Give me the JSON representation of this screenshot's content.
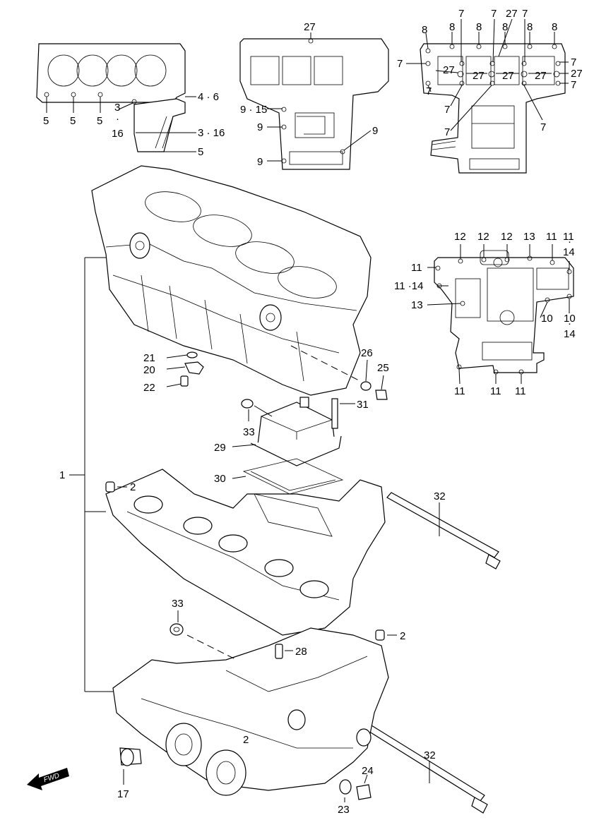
{
  "labels": [
    {
      "text": "27"
    },
    {
      "text": "7"
    },
    {
      "text": "7"
    },
    {
      "text": "27"
    },
    {
      "text": "7"
    },
    {
      "text": "8"
    },
    {
      "text": "8"
    },
    {
      "text": "8"
    },
    {
      "text": "8"
    },
    {
      "text": "8"
    },
    {
      "text": "8"
    },
    {
      "text": "7"
    },
    {
      "text": "27"
    },
    {
      "text": "27"
    },
    {
      "text": "27"
    },
    {
      "text": "27"
    },
    {
      "text": "7"
    },
    {
      "text": "27"
    },
    {
      "text": "7"
    },
    {
      "text": "7"
    },
    {
      "text": "7"
    },
    {
      "text": "7"
    },
    {
      "text": "7"
    },
    {
      "text": "5"
    },
    {
      "text": "5"
    },
    {
      "text": "5"
    },
    {
      "text": "3"
    },
    {
      "text": "·"
    },
    {
      "text": "16"
    },
    {
      "text": "4 · 6"
    },
    {
      "text": "3 · 16"
    },
    {
      "text": "5"
    },
    {
      "text": "9 · 15"
    },
    {
      "text": "9"
    },
    {
      "text": "9"
    },
    {
      "text": "9"
    },
    {
      "text": "12"
    },
    {
      "text": "12"
    },
    {
      "text": "12"
    },
    {
      "text": "13"
    },
    {
      "text": "11"
    },
    {
      "text": "11"
    },
    {
      "text": "·"
    },
    {
      "text": "14"
    },
    {
      "text": "11"
    },
    {
      "text": "11 ·14"
    },
    {
      "text": "13"
    },
    {
      "text": "10"
    },
    {
      "text": "10"
    },
    {
      "text": "·"
    },
    {
      "text": "14"
    },
    {
      "text": "11"
    },
    {
      "text": "11"
    },
    {
      "text": "11"
    },
    {
      "text": "21"
    },
    {
      "text": "20"
    },
    {
      "text": "22"
    },
    {
      "text": "26"
    },
    {
      "text": "25"
    },
    {
      "text": "31"
    },
    {
      "text": "33"
    },
    {
      "text": "29"
    },
    {
      "text": "30"
    },
    {
      "text": "1"
    },
    {
      "text": "2"
    },
    {
      "text": "32"
    },
    {
      "text": "33"
    },
    {
      "text": "2"
    },
    {
      "text": "28"
    },
    {
      "text": "2"
    },
    {
      "text": "17"
    },
    {
      "text": "32"
    },
    {
      "text": "24"
    },
    {
      "text": "23"
    }
  ],
  "fwd_label": "FWD"
}
